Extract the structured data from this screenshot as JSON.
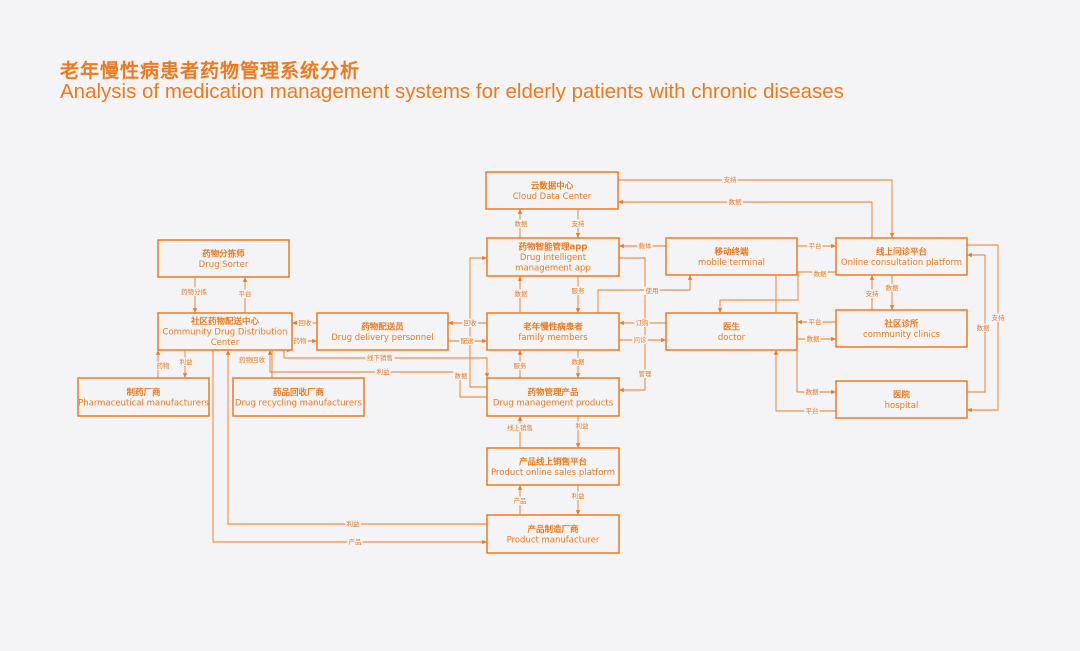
{
  "title": {
    "cn": "老年慢性病患者药物管理系统分析",
    "en": "Analysis of medication management systems for elderly patients with chronic diseases"
  },
  "colors": {
    "accent": "#ee7a1f",
    "background": "#f4f4f6"
  },
  "nodes": {
    "cloud": {
      "cn": "云数据中心",
      "en": [
        "Cloud Data Center"
      ]
    },
    "app": {
      "cn": "药物智能管理app",
      "en": [
        "Drug intelligent",
        "management app"
      ]
    },
    "mobile": {
      "cn": "移动终端",
      "en": [
        "mobile terminal"
      ]
    },
    "online": {
      "cn": "线上问诊平台",
      "en": [
        "Online consultation platform"
      ]
    },
    "sorter": {
      "cn": "药物分拣师",
      "en": [
        "Drug Sorter"
      ]
    },
    "community": {
      "cn": "社区药物配送中心",
      "en": [
        "Community Drug Distribution",
        "Center"
      ]
    },
    "delivery": {
      "cn": "药物配送员",
      "en": [
        "Drug delivery personnel"
      ]
    },
    "family": {
      "cn": "老年慢性病患者",
      "en": [
        "family members"
      ]
    },
    "doctor": {
      "cn": "医生",
      "en": [
        "doctor"
      ]
    },
    "clinics": {
      "cn": "社区诊所",
      "en": [
        "community clinics"
      ]
    },
    "pharma": {
      "cn": "制药厂商",
      "en": [
        "Pharmaceutical manufacturers"
      ]
    },
    "recycling": {
      "cn": "药品回收厂商",
      "en": [
        "Drug recycling manufacturers"
      ]
    },
    "products": {
      "cn": "药物管理产品",
      "en": [
        "Drug management products"
      ]
    },
    "hospital": {
      "cn": "医院",
      "en": [
        "hospital"
      ]
    },
    "sales": {
      "cn": "产品线上销售平台",
      "en": [
        "Product online sales platform"
      ]
    },
    "manufacturer": {
      "cn": "产品制造厂商",
      "en": [
        "Product manufacturer"
      ]
    }
  },
  "edge_labels": {
    "cloud_online_support": "支持",
    "online_cloud_data": "数据",
    "app_cloud_data": "数据",
    "cloud_app_support": "支持",
    "mobile_app_carrier": "载体",
    "doctor_online_platform": "平台",
    "online_doctor_data": "数据",
    "clinics_online_support": "支持",
    "online_clinics_data": "数据",
    "family_app_data": "数据",
    "app_family_service": "服务",
    "family_mobile_use": "使用",
    "sorter_community_drug_sort": "药物分拣",
    "community_sorter_platform": "平台",
    "delivery_community_recycle": "回收",
    "community_delivery_drug": "药物",
    "family_delivery_recycle": "回收",
    "delivery_family_delivery": "配送",
    "family_doctor_consult": "问诊",
    "doctor_family_order": "订购",
    "clinics_doctor_platform": "平台",
    "doctor_clinics_data": "数据",
    "pharma_community_drug": "药物",
    "community_pharma_profit": "利益",
    "recycling_community_drug_recycle": "药物回收",
    "community_products_offline": "线下销售",
    "products_community_profit": "利益",
    "products_family_service": "服务",
    "family_products_data": "数据",
    "products_app_data": "数据",
    "app_products_manage": "管理",
    "products_sales_online": "线上销售",
    "sales_products_profit": "利益",
    "doctor_hospital_data": "数据",
    "hospital_doctor_platform": "平台",
    "hospital_online_data": "数据",
    "online_hospital_support": "支持",
    "manufacturer_sales_product": "产品",
    "sales_manufacturer_profit": "利益",
    "manufacturer_community_profit": "利益",
    "community_manufacturer_product": "产品"
  }
}
